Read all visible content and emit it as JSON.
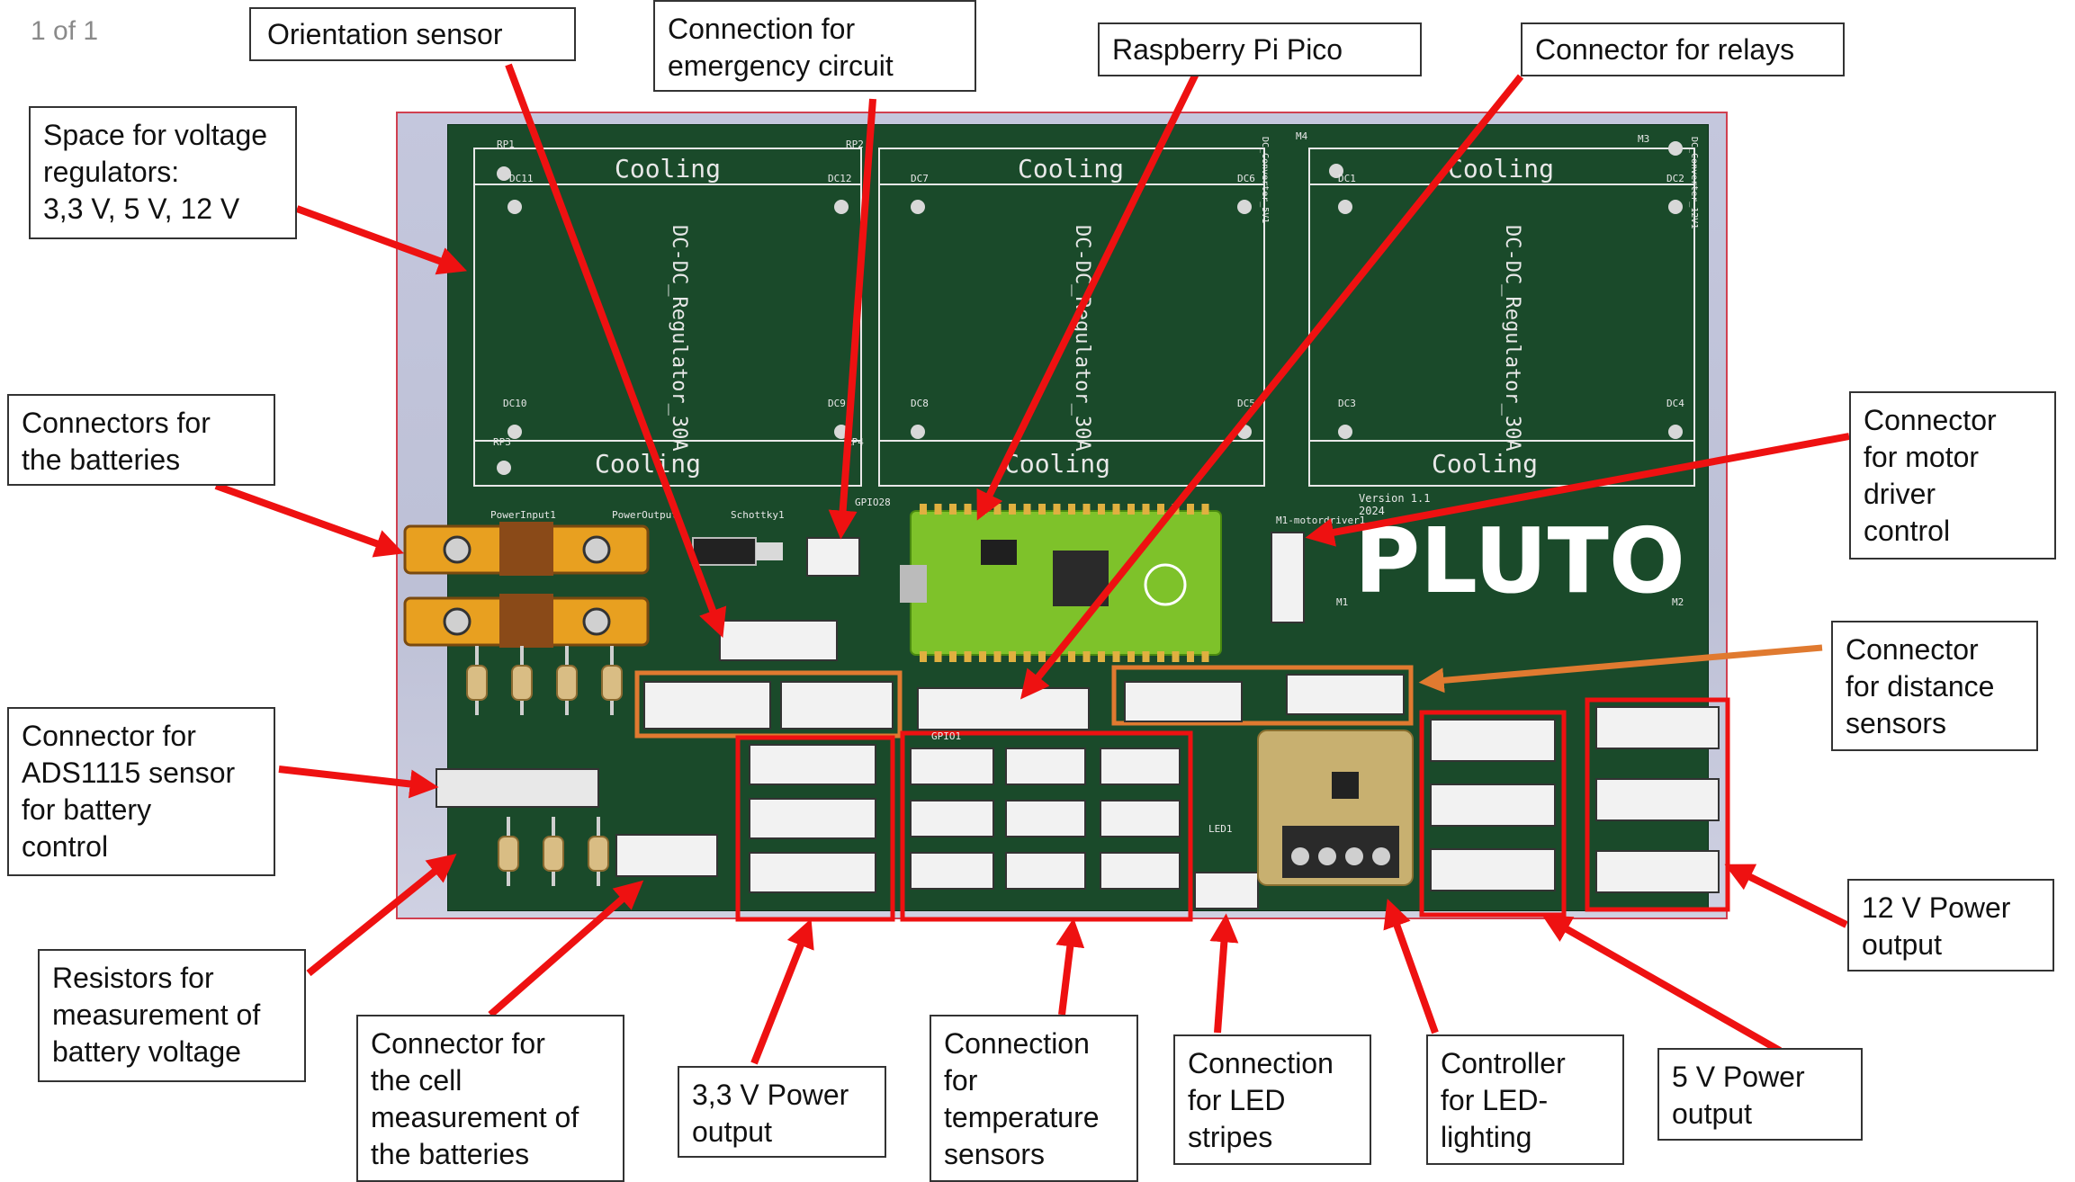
{
  "page_indicator": "1 of 1",
  "colors": {
    "pcb": "#1a4a2a",
    "silkscreen": "#e8e8e8",
    "arrow_red": "#ee1111",
    "highlight_orange": "#e07a30",
    "pico_green": "#7ec22a",
    "xt_connector": "#e8a020"
  },
  "callouts": {
    "orientation_sensor": "Orientation sensor",
    "emergency_circuit": "Connection for\nemergency circuit",
    "raspberry_pi_pico": "Raspberry Pi Pico",
    "relays": "Connector for relays",
    "voltage_regulators": "Space for voltage\nregulators:\n3,3 V, 5 V, 12 V",
    "batteries": "Connectors for\nthe batteries",
    "motor_driver": "Connector\nfor motor\ndriver\ncontrol",
    "distance_sensors": "Connector\nfor distance\nsensors",
    "ads1115": "Connector for\nADS1115 sensor\nfor battery\ncontrol",
    "resistors": "Resistors for\nmeasurement of\nbattery voltage",
    "cell_measurement": "Connector for\nthe cell\nmeasurement of\nthe batteries",
    "power_3v3": "3,3 V Power\noutput",
    "temperature": "Connection\nfor\ntemperature\nsensors",
    "led_stripes": "Connection\nfor LED\nstripes",
    "led_controller": "Controller\nfor LED-\nlighting",
    "power_5v": "5 V Power\noutput",
    "power_12v": "12 V Power\noutput"
  },
  "pcb": {
    "brand": "PLUTO",
    "version": "Version 1.1",
    "year": "2024",
    "regulator_name": "DC-DC_Regulator_30A",
    "cooling_label": "Cooling",
    "regulator_labels": [
      "RP1",
      "RP2",
      "DC11",
      "DC12",
      "DC10",
      "DC9",
      "RP3",
      "RP4",
      "DC7",
      "DC6",
      "DC8",
      "DC5",
      "DC1",
      "DC2",
      "DC3",
      "DC4",
      "M4",
      "M3",
      "M1",
      "M2",
      "DC_Converter_5V1",
      "DC_Converter_12V1"
    ],
    "part_labels": {
      "power_input": "PowerInput1",
      "power_output": "PowerOutput",
      "schottky": "Schottky1",
      "gpio28": "GPIO28",
      "gpio1": "GPIO1",
      "motordriver": "M1-motordriver1",
      "led1": "LED1"
    }
  }
}
